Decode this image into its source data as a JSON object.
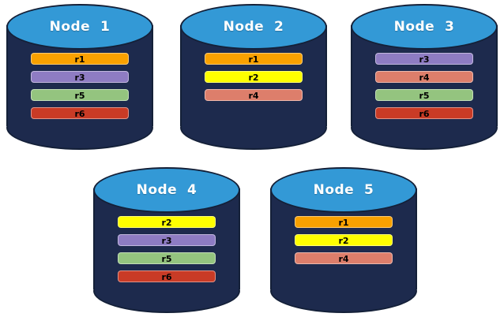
{
  "palette": {
    "cylinder_body": "#1D2A4D",
    "cylinder_outline": "#142038",
    "cylinder_top": "#3399D6",
    "title_text": "#FFFFFF",
    "bar_text": "#000000"
  },
  "replica_colors": {
    "r1": "#F9A100",
    "r2": "#FFFF00",
    "r3": "#8E7CC3",
    "r4": "#DD7E6B",
    "r5": "#94C47F",
    "r6": "#C93B26"
  },
  "nodes": [
    {
      "title": "Node  1",
      "replicas": [
        "r1",
        "r3",
        "r5",
        "r6"
      ]
    },
    {
      "title": "Node  2",
      "replicas": [
        "r1",
        "r2",
        "r4"
      ]
    },
    {
      "title": "Node  3",
      "replicas": [
        "r3",
        "r4",
        "r5",
        "r6"
      ]
    },
    {
      "title": "Node  4",
      "replicas": [
        "r2",
        "r3",
        "r5",
        "r6"
      ]
    },
    {
      "title": "Node  5",
      "replicas": [
        "r1",
        "r2",
        "r4"
      ]
    }
  ]
}
